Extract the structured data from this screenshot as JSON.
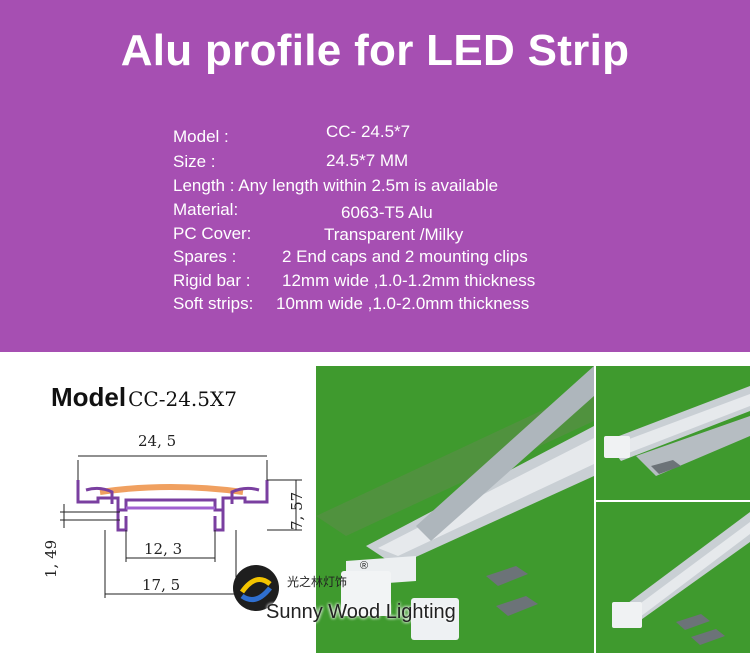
{
  "title": "Alu profile for LED Strip",
  "specs": [
    {
      "label": "Model :",
      "value": "CC- 24.5*7"
    },
    {
      "label": "Size   :",
      "value": "24.5*7 MM"
    },
    {
      "label": "Length : Any length within 2.5m is available",
      "value": ""
    },
    {
      "label": "Material:",
      "value": "6063-T5 Alu"
    },
    {
      "label": "PC Cover:",
      "value": "Transparent /Milky"
    },
    {
      "label": "Spares  :",
      "value": "2 End caps and 2 mounting clips"
    },
    {
      "label": "Rigid bar :",
      "value": "12mm wide ,1.0-1.2mm thickness"
    },
    {
      "label": "Soft strips:",
      "value": "10mm wide ,1.0-2.0mm thickness"
    }
  ],
  "drawing": {
    "heading": "Model",
    "code": "CC-24.5X7",
    "dims": {
      "width_top": "24, 5",
      "height": "7, 57",
      "inner": "12, 3",
      "bottom": "17, 5",
      "left": "1, 49"
    }
  },
  "brand": {
    "cn": "光之林灯饰",
    "en": "Sunny Wood Lighting",
    "reg": "®"
  },
  "colors": {
    "banner": "#a64fb2",
    "photo_bg": "#3f9a2e"
  }
}
